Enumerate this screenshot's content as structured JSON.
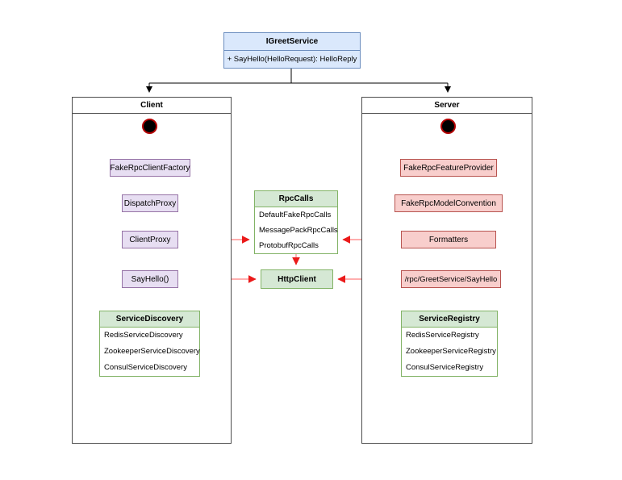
{
  "interface": {
    "title": "IGreetService",
    "method": "+ SayHello(HelloRequest): HelloReply"
  },
  "client": {
    "title": "Client",
    "steps": [
      "FakeRpcClientFactory",
      "DispatchProxy",
      "ClientProxy",
      "SayHello()"
    ],
    "discovery": {
      "title": "ServiceDiscovery",
      "items": [
        "RedisServiceDiscovery",
        "ZookeeperServiceDiscovery",
        "ConsulServiceDiscovery"
      ]
    }
  },
  "middle": {
    "rpc_calls": {
      "title": "RpcCalls",
      "items": [
        "DefaultFakeRpcCalls",
        "MessagePackRpcCalls",
        "ProtobufRpcCalls"
      ]
    },
    "http_client": "HttpClient"
  },
  "server": {
    "title": "Server",
    "steps": [
      "FakeRpcFeatureProvider",
      "FakeRpcModelConvention",
      "Formatters",
      "/rpc/GreetService/SayHello"
    ],
    "registry": {
      "title": "ServiceRegistry",
      "items": [
        "RedisServiceRegistry",
        "ZookeeperServiceRegistry",
        "ConsulServiceRegistry"
      ]
    }
  },
  "colors": {
    "interface_fill": "#DAE8FC",
    "interface_border": "#6C8EBF",
    "client_step_fill": "#E7DEF2",
    "client_step_border": "#9673A6",
    "server_step_fill": "#F8CECC",
    "server_step_border": "#B85450",
    "green_fill": "#D5E8D4",
    "green_border": "#82B366",
    "arrow_line": "#FF9393",
    "arrow_head": "#EB1A1A"
  }
}
